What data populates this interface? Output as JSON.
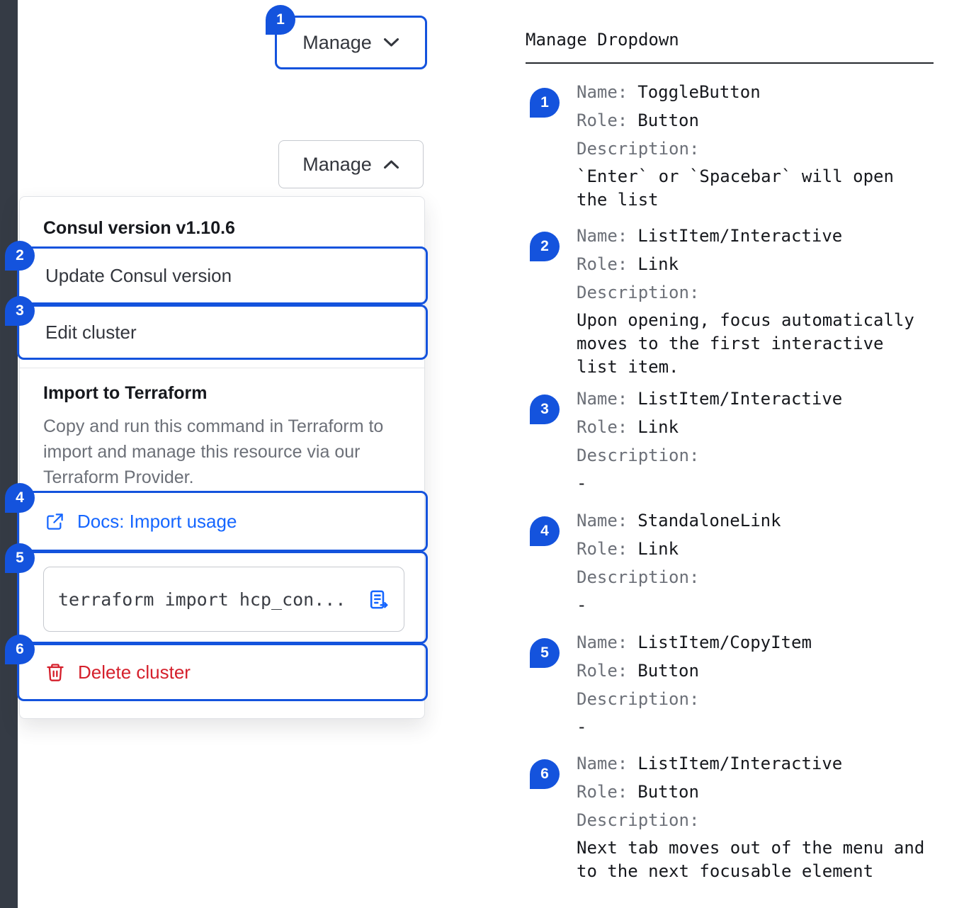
{
  "colors": {
    "accent_blue": "#1453dd",
    "link_blue": "#1566ff",
    "danger_red": "#d5202c",
    "text_dark": "#16181d",
    "text_gray": "#6c7078",
    "edge_strip": "#353b45"
  },
  "manage_collapsed": {
    "badge": "1",
    "label": "Manage"
  },
  "manage_expanded": {
    "label": "Manage"
  },
  "dropdown": {
    "version_header": "Consul version v1.10.6",
    "update_item": {
      "badge": "2",
      "label": "Update Consul version"
    },
    "edit_item": {
      "badge": "3",
      "label": "Edit cluster"
    },
    "terraform_header": "Import to Terraform",
    "terraform_description": "Copy and run this command in Terraform to import and manage this resource via our Terraform Provider.",
    "docs_link": {
      "badge": "4",
      "label": "Docs: Import usage"
    },
    "copy_field": {
      "badge": "5",
      "code": "terraform import hcp_con..."
    },
    "delete_item": {
      "badge": "6",
      "label": "Delete cluster"
    }
  },
  "spec_panel": {
    "title": "Manage Dropdown",
    "labels": {
      "name": "Name:",
      "role": "Role:",
      "description": "Description:"
    },
    "entries": [
      {
        "badge": "1",
        "name": "ToggleButton",
        "role": "Button",
        "description": "`Enter` or `Spacebar` will open the list"
      },
      {
        "badge": "2",
        "name": "ListItem/Interactive",
        "role": "Link",
        "description": "Upon opening, focus automatically moves to the first interactive list item."
      },
      {
        "badge": "3",
        "name": "ListItem/Interactive",
        "role": "Link",
        "description": "-"
      },
      {
        "badge": "4",
        "name": "StandaloneLink",
        "role": "Link",
        "description": "-"
      },
      {
        "badge": "5",
        "name": "ListItem/CopyItem",
        "role": "Button",
        "description": "-"
      },
      {
        "badge": "6",
        "name": "ListItem/Interactive",
        "role": "Button",
        "description": "Next tab moves out of the menu and to the next focusable element"
      }
    ]
  }
}
